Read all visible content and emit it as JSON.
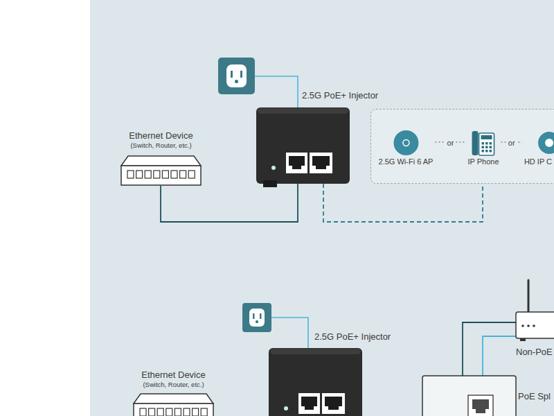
{
  "diagram": {
    "nodes": [
      {
        "text": [
          "Ethernet Device",
          "(Switch, Router, etc.)"
        ]
      },
      {
        "text": [
          "2.5G PoE+ Injector"
        ]
      },
      {
        "text": []
      },
      {
        "text": [
          "2.5G Wi-Fi 6 AP"
        ],
        "in": 2
      },
      {
        "text": [
          "IP Phone"
        ],
        "in": 2
      },
      {
        "text": [
          "HD IP C"
        ],
        "in": 2
      },
      {
        "text": [
          "Ethernet Device",
          "(Switch, Router, etc.)"
        ]
      },
      {
        "text": [
          "2.5G PoE+ Injector"
        ]
      },
      {
        "text": [
          "Non-PoE"
        ]
      },
      {
        "text": [
          "PoE Spl"
        ]
      }
    ],
    "edges": [
      {
        "from": 0,
        "to": 1,
        "arrow": "none"
      },
      {
        "from": 1,
        "to": 2,
        "arrow": "none"
      },
      {
        "from": 3,
        "to": 4,
        "label": "or",
        "arrow": "none"
      },
      {
        "from": 4,
        "to": 5,
        "label": "or",
        "arrow": "none"
      },
      {
        "from": 9,
        "to": 8,
        "arrow": "none"
      },
      {
        "from": 9,
        "to": 8,
        "arrow": "none"
      }
    ]
  }
}
